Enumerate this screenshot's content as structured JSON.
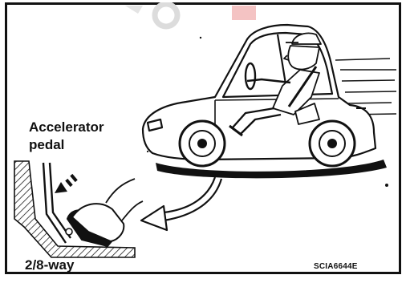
{
  "labels": {
    "accelerator": "Accelerator",
    "pedal": "pedal",
    "travel": "2/8-way",
    "figure_code": "SCIA6644E"
  },
  "colors": {
    "ink": "#111111",
    "watermark_gray": "#d6d6d6",
    "watermark_red": "#f2b8b8",
    "background": "#ffffff"
  }
}
